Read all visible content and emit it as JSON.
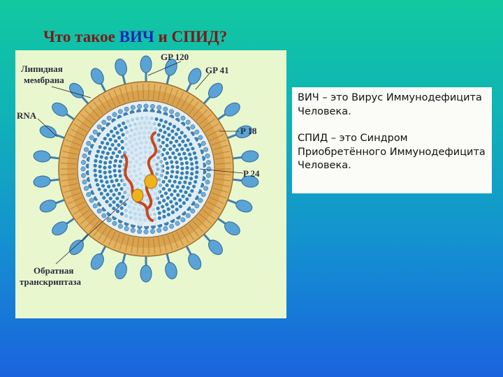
{
  "slide": {
    "title_prefix": "Что такое ",
    "title_highlight": "ВИЧ",
    "title_suffix": " и СПИД?"
  },
  "diagram": {
    "labels": {
      "gp120": "GP 120",
      "gp41": "GP 41",
      "lipid_line1": "Липидная",
      "lipid_line2": "мембрана",
      "rna": "RNA",
      "p18": "P 18",
      "p24": "P 24",
      "rt_line1": "Обратная",
      "rt_line2": "транскриптаза"
    },
    "colors": {
      "panel_bg": "#e9f7cf",
      "membrane": "#e3b361",
      "spike": "#5aa3d6",
      "capsid": "#2d78b0",
      "rna": "#c8481e",
      "enzyme": "#f0b21c"
    }
  },
  "info": {
    "paragraph1": "ВИЧ – это Вирус Иммунодефицита Человека.",
    "paragraph2": "СПИД – это Синдром Приобретённого Иммунодефицита Человека."
  }
}
